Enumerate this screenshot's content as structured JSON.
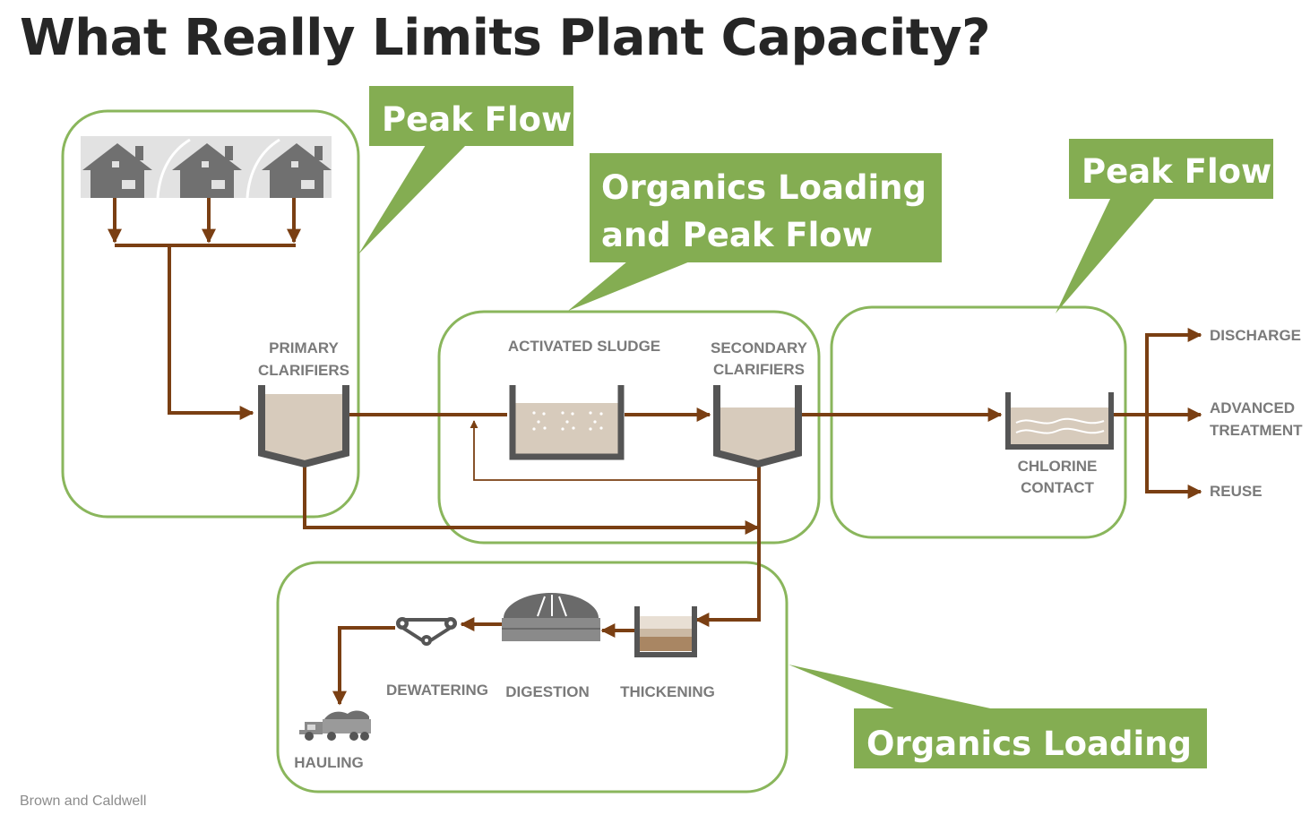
{
  "title": "What Really Limits Plant Capacity?",
  "callouts": {
    "peak_flow_collection": "Peak Flow",
    "secondary_line1": "Organics Loading",
    "secondary_line2": "and Peak Flow",
    "peak_flow_disinfection": "Peak Flow",
    "solids": "Organics Loading"
  },
  "labels": {
    "primary_1": "PRIMARY",
    "primary_2": "CLARIFIERS",
    "activated_sludge": "ACTIVATED SLUDGE",
    "secondary_1": "SECONDARY",
    "secondary_2": "CLARIFIERS",
    "chlorine_1": "CHLORINE",
    "chlorine_2": "CONTACT",
    "discharge": "DISCHARGE",
    "advanced_1": "ADVANCED",
    "advanced_2": "TREATMENT",
    "reuse": "REUSE",
    "dewatering": "DEWATERING",
    "digestion": "DIGESTION",
    "thickening": "THICKENING",
    "hauling": "HAULING"
  },
  "footer": "Brown and Caldwell",
  "colors": {
    "pipe": "#7a3f13",
    "callout_green": "#84ad52",
    "outline_green": "#8ab65c",
    "equipment_gray": "#555555",
    "liquid": "#d7cbbc",
    "label_gray": "#7a7a7a"
  }
}
